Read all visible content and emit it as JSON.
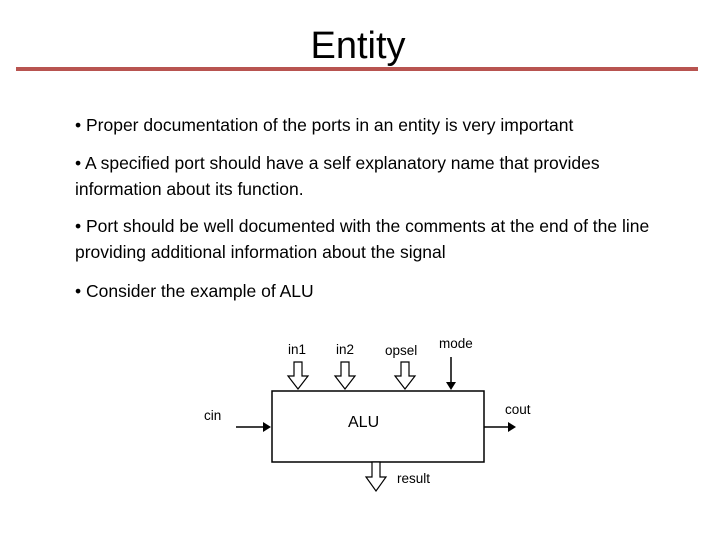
{
  "slide": {
    "title": "Entity",
    "bullets": [
      "• Proper documentation of the ports in an entity is very important",
      "• A specified port should have a self explanatory name that provides information about its function.",
      "• Port should be well documented with the comments at the end of the line providing additional information about the signal",
      "• Consider the example of ALU"
    ]
  },
  "diagram": {
    "block": "ALU",
    "ports": {
      "in1": "in1",
      "in2": "in2",
      "opsel": "opsel",
      "mode": "mode",
      "cin": "cin",
      "cout": "cout",
      "result": "result"
    }
  },
  "colors": {
    "rule": "#b85450"
  }
}
